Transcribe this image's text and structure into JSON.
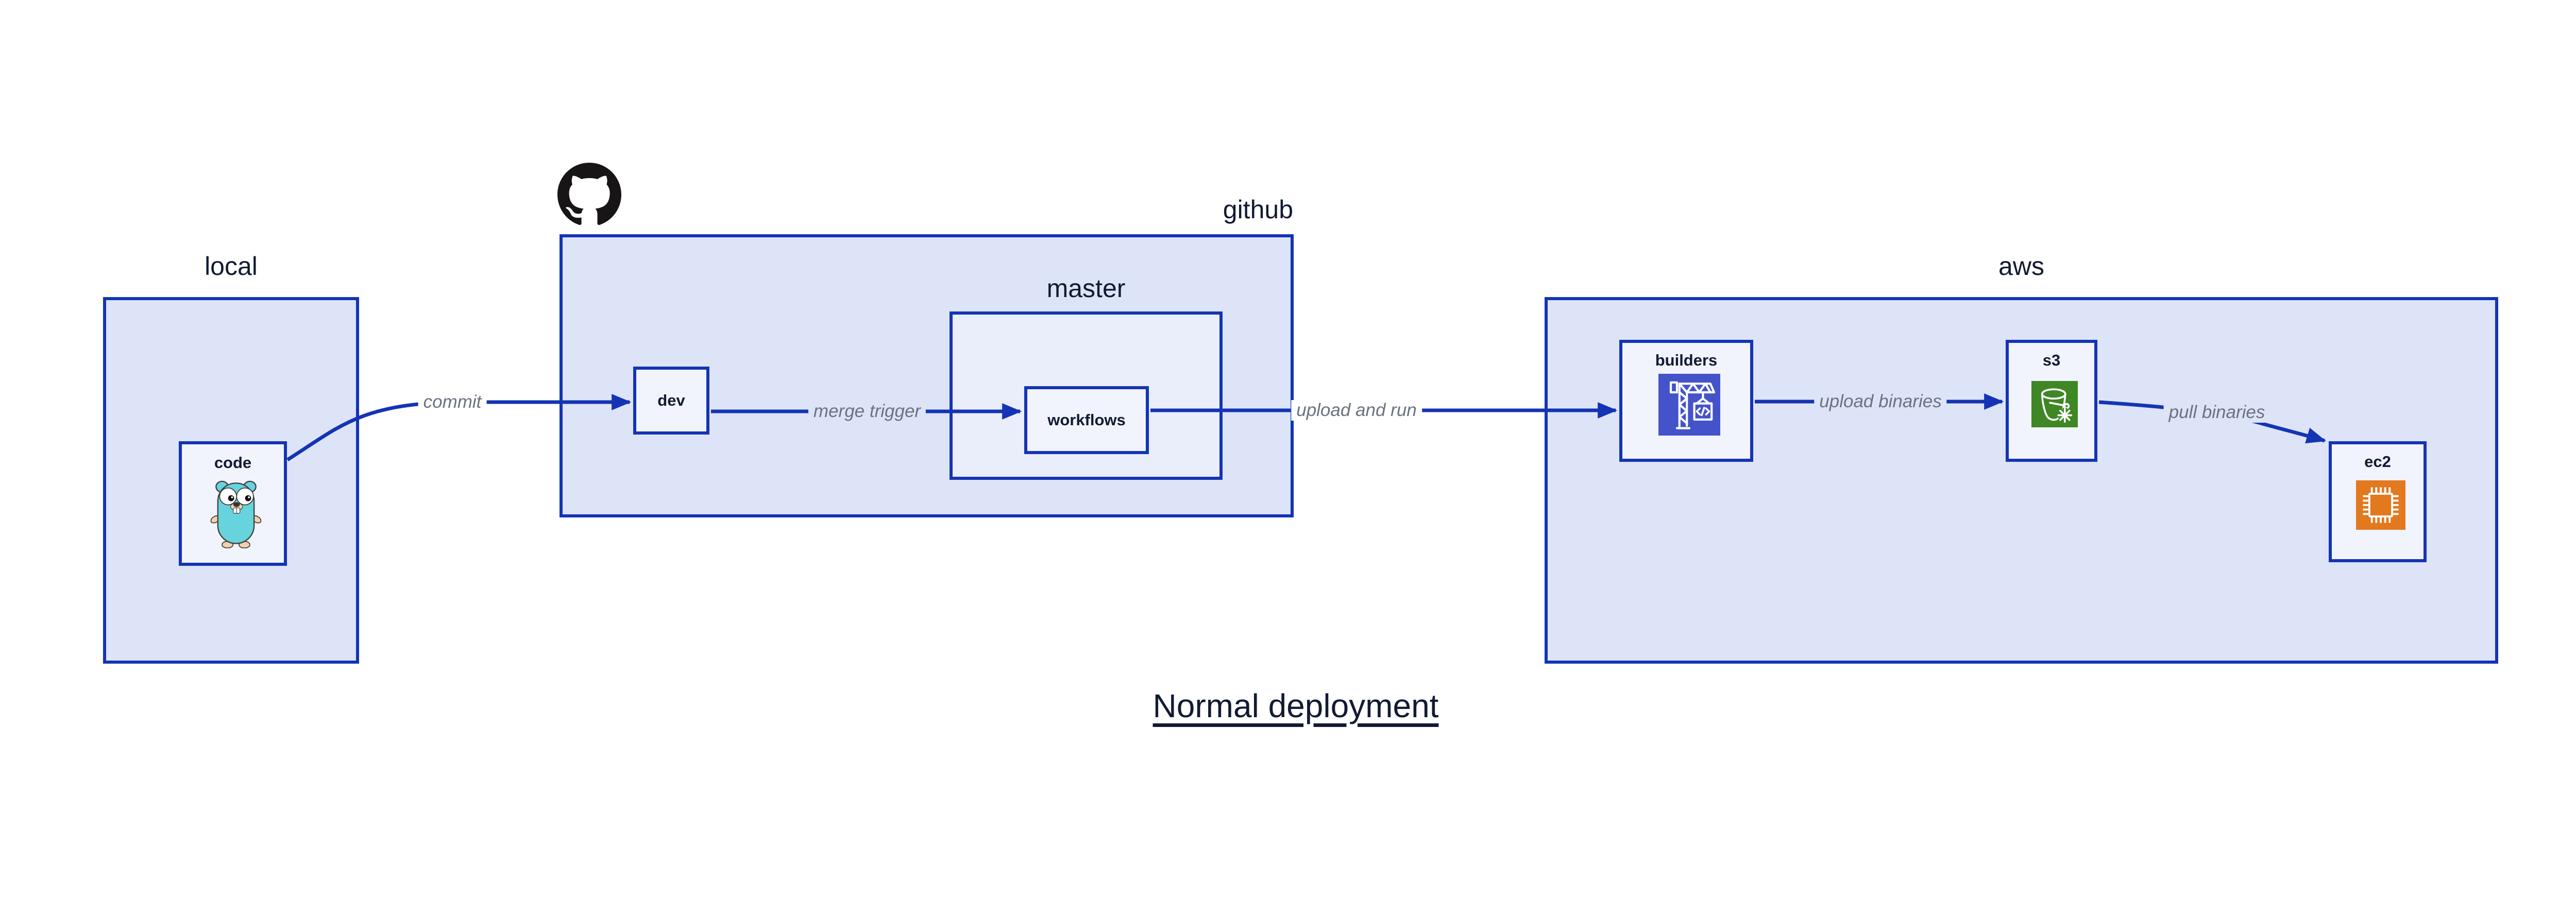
{
  "title": "Normal deployment",
  "groups": {
    "local": {
      "label": "local"
    },
    "github": {
      "label": "github"
    },
    "master": {
      "label": "master"
    },
    "aws": {
      "label": "aws"
    }
  },
  "nodes": {
    "code": {
      "label": "code",
      "icon": "go-gopher-icon"
    },
    "dev": {
      "label": "dev"
    },
    "workflows": {
      "label": "workflows"
    },
    "builders": {
      "label": "builders",
      "icon": "codebuild-crane-icon"
    },
    "s3": {
      "label": "s3",
      "icon": "s3-glacier-bucket-icon"
    },
    "ec2": {
      "label": "ec2",
      "icon": "ec2-chip-icon"
    }
  },
  "edges": [
    {
      "from": "code",
      "to": "dev",
      "label": "commit"
    },
    {
      "from": "dev",
      "to": "workflows",
      "label": "merge trigger"
    },
    {
      "from": "workflows",
      "to": "builders",
      "label": "upload and run"
    },
    {
      "from": "builders",
      "to": "s3",
      "label": "upload binaries"
    },
    {
      "from": "s3",
      "to": "ec2",
      "label": "pull binaries"
    }
  ],
  "icons": {
    "logo": "github-octocat-icon",
    "code": "go-gopher-icon",
    "builders": "codebuild-crane-icon",
    "s3": "s3-glacier-bucket-icon",
    "ec2": "ec2-chip-icon"
  },
  "colors": {
    "line_and_border": "#1434b4",
    "container_fill": "#dde4f8",
    "master_fill": "#eaeefb",
    "node_fill": "#f1f4fd",
    "text": "#121a33",
    "edge_label_text": "#6b7280",
    "github_logo": "#171515",
    "builders_icon_bg": "#4453c9",
    "s3_icon_bg": "#3f8624",
    "ec2_icon_bg": "#e2791f",
    "gopher_body": "#66d3dd"
  }
}
